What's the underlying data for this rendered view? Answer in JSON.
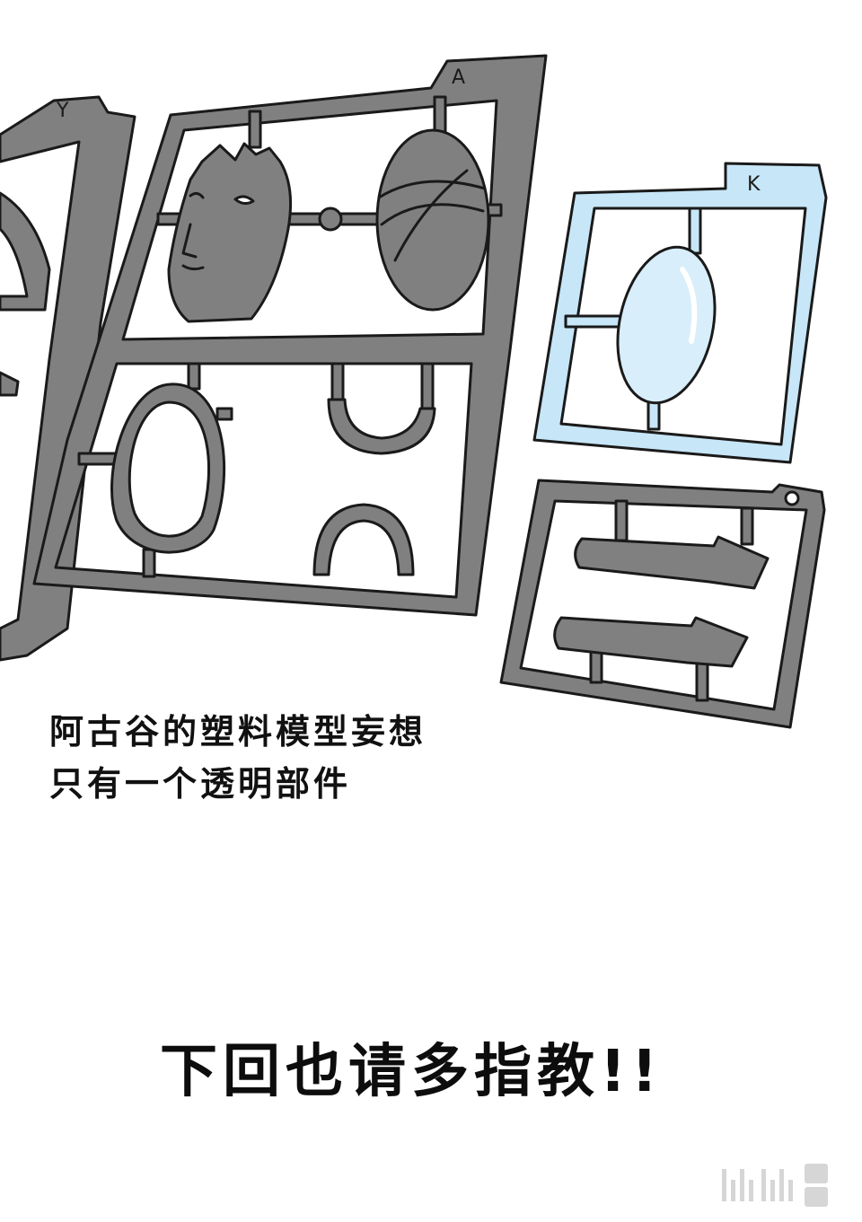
{
  "comic": {
    "caption_lines": [
      "阿古谷的塑料模型妄想",
      "只有一个透明部件"
    ],
    "closing": "下回也请多指教!!",
    "runner_tags": [
      "Y",
      "A",
      "K"
    ],
    "watermark_text": "bilibili漫画",
    "colors": {
      "gray_plastic": "#808080",
      "clear_plastic": "#c7e6f7",
      "outline": "#1a1a1a",
      "background": "#ffffff"
    }
  }
}
